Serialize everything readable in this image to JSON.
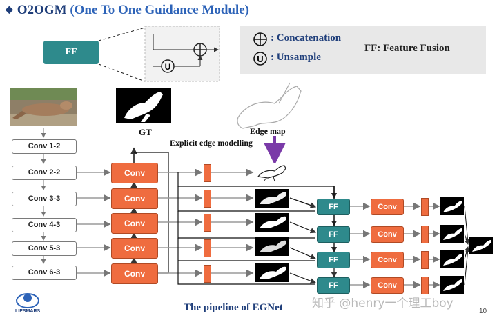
{
  "title": {
    "main": "O2OGM",
    "paren": "(One To One Guidance Module)"
  },
  "module_preview": {
    "ff_label": "FF"
  },
  "legend": {
    "concat_label": ": Concatenation",
    "upsample_label": ": Unsample",
    "ff_def": "FF: Feature Fusion"
  },
  "labels": {
    "gt": "GT",
    "edge_map": "Edge map",
    "explicit_edge": "Explicit edge modelling"
  },
  "backbone_layers": [
    "Conv 1-2",
    "Conv 2-2",
    "Conv 3-3",
    "Conv 4-3",
    "Conv 5-3",
    "Conv 6-3"
  ],
  "side_convs": [
    "Conv",
    "Conv",
    "Conv",
    "Conv",
    "Conv"
  ],
  "ff_blocks": [
    "FF",
    "FF",
    "FF",
    "FF"
  ],
  "out_convs": [
    "Conv",
    "Conv",
    "Conv",
    "Conv"
  ],
  "caption": "The pipeline of EGNet",
  "watermark": "知乎 @henry一个理工boy",
  "page_number": "10",
  "logo_text": "LIESMARS",
  "colors": {
    "conv": "#ef6c3f",
    "ff": "#2e8a8c",
    "title": "#1f3e7a",
    "edge_arrow": "#7a3aa8"
  }
}
